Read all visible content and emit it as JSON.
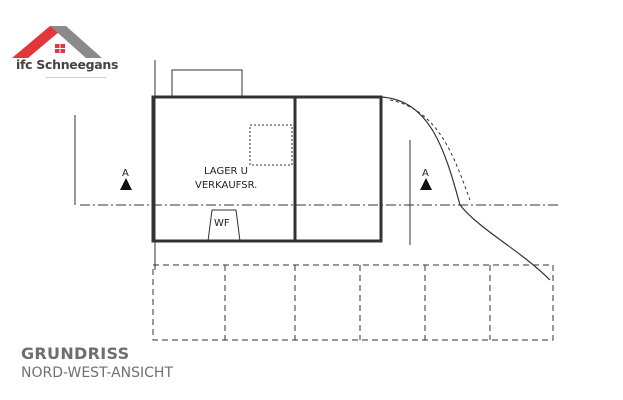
{
  "logo": {
    "name": "ifc Schneegans",
    "colors": {
      "roof_left": "#e2363b",
      "roof_right": "#8a8a8a"
    }
  },
  "plan": {
    "room_label_1": "LAGER U",
    "room_label_2": "VERKAUFSR.",
    "door_label": "WF",
    "section_left": "A",
    "section_right": "A"
  },
  "caption": {
    "title": "GRUNDRISS",
    "subtitle": "NORD-WEST-ANSICHT"
  }
}
